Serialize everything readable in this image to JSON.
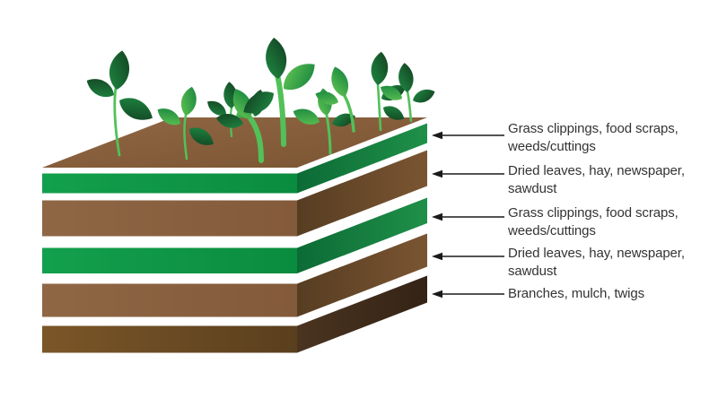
{
  "diagram": {
    "type": "layered-compost-bed-diagram",
    "labels": [
      {
        "text": "Grass clippings, food scraps, weeds/cuttings"
      },
      {
        "text": "Dried leaves, hay, newspaper, sawdust"
      },
      {
        "text": "Grass clippings, food scraps, weeds/cuttings"
      },
      {
        "text": "Dried leaves, hay, newspaper, sawdust"
      },
      {
        "text": "Branches, mulch, twigs"
      }
    ],
    "layers": [
      {
        "id": "soil-top-surface",
        "color": "#8a5f3d"
      },
      {
        "id": "green-layer-1",
        "color": "#0f9846",
        "label_index": 0
      },
      {
        "id": "brown-layer-1",
        "color": "#8b6242",
        "label_index": 1
      },
      {
        "id": "green-layer-2",
        "color": "#0f9846",
        "label_index": 2
      },
      {
        "id": "brown-layer-2",
        "color": "#8b6242",
        "label_index": 3
      },
      {
        "id": "dark-brown-layer",
        "color": "#6a4a25",
        "label_index": 4
      }
    ],
    "seedlings_count": 9,
    "colors": {
      "leaf_dark": "#1a5c2e",
      "leaf_light": "#4cb84e",
      "stem": "#3fae4c",
      "arrow": "#1a1a1a",
      "text": "#333333",
      "background": "#ffffff"
    }
  }
}
